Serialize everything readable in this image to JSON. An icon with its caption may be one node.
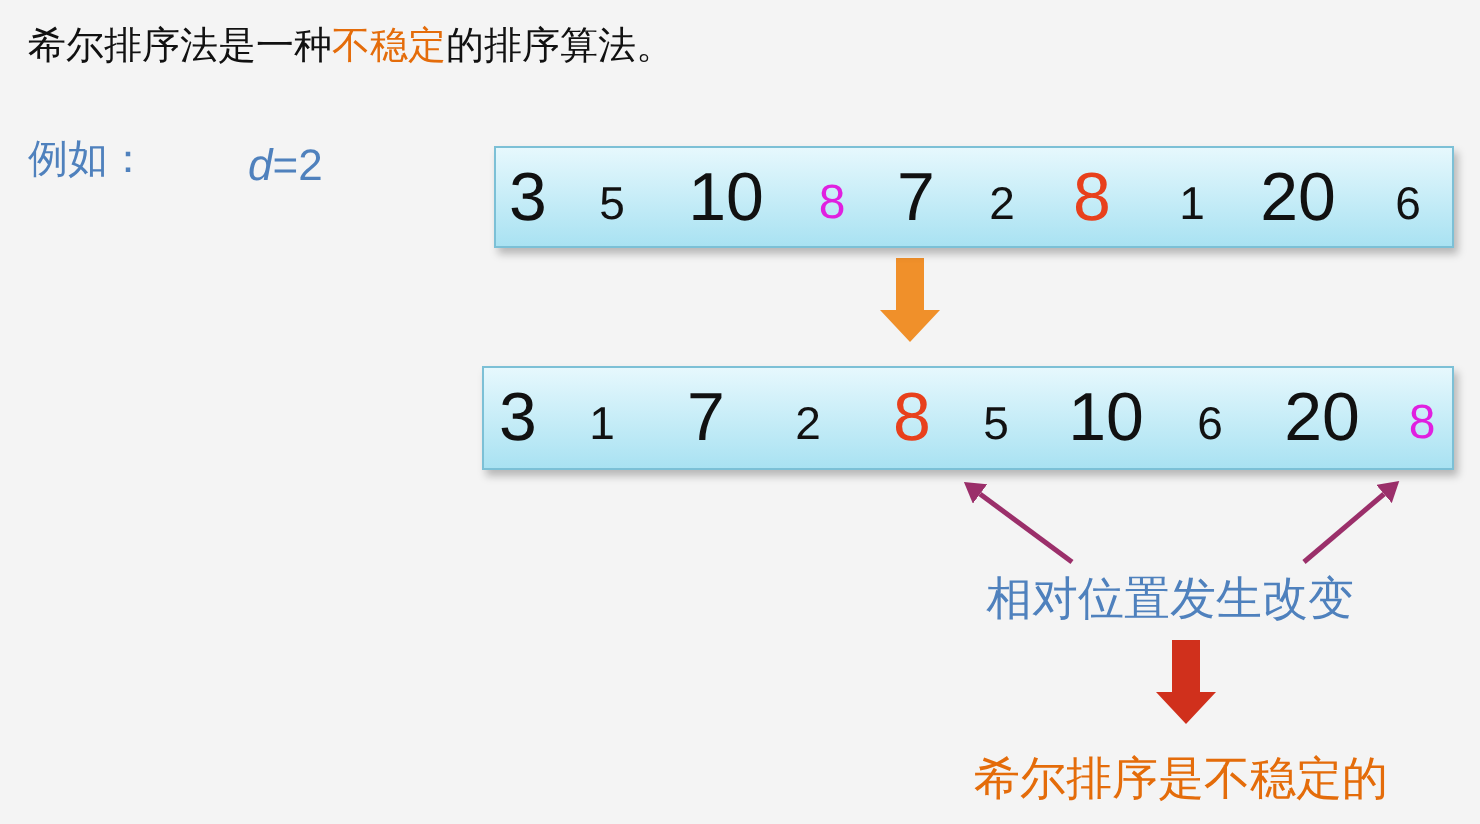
{
  "diagram": {
    "title": "希尔排序法是一种**不稳定**的排序算法。",
    "nodes": [
      {
        "text": [
          "3",
          "5",
          "10",
          "8",
          "7",
          "2",
          "8",
          "1",
          "20",
          "6"
        ]
      },
      {
        "text": [
          "3",
          "1",
          "7",
          "2",
          "8",
          "5",
          "10",
          "6",
          "20",
          "8"
        ]
      },
      {
        "text": [
          "相对位置发生改变"
        ]
      },
      {
        "text": [
          "希尔排序是不稳定的"
        ]
      }
    ],
    "edges": [
      {
        "from": 0,
        "to": 1,
        "arrow": "to",
        "style": "thick",
        "color": "#f0902a"
      },
      {
        "from": 2,
        "to": 1,
        "arrow": "to"
      },
      {
        "from": 2,
        "to": 1,
        "arrow": "to"
      },
      {
        "from": 2,
        "to": 3,
        "arrow": "to",
        "style": "thick",
        "color": "#d0301c"
      }
    ],
    "labels": [
      "例如：",
      "*d*=2"
    ]
  }
}
